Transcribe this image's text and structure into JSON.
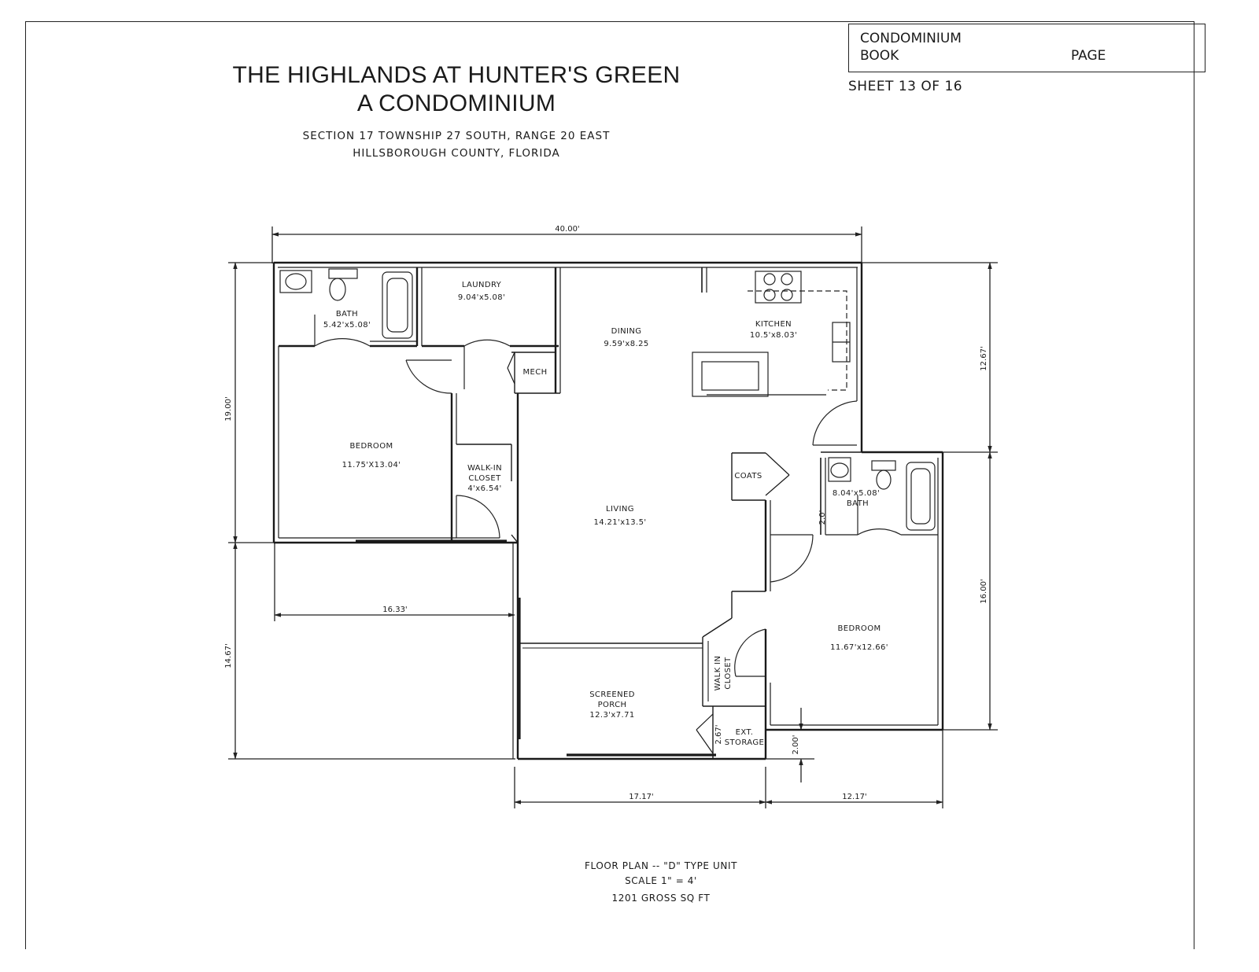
{
  "title_block": {
    "book_line1": "CONDOMINIUM",
    "book_line2": "BOOK",
    "page_label": "PAGE",
    "sheet": "SHEET 13 OF 16"
  },
  "header": {
    "title_line1": "THE HIGHLANDS AT HUNTER'S GREEN",
    "title_line2": "A CONDOMINIUM",
    "location_line1": "SECTION 17 TOWNSHIP 27 SOUTH, RANGE 20 EAST",
    "location_line2": "HILLSBOROUGH COUNTY, FLORIDA"
  },
  "rooms": {
    "bath1": {
      "name": "BATH",
      "size": "5.42'x5.08'"
    },
    "laundry": {
      "name": "LAUNDRY",
      "size": "9.04'x5.08'"
    },
    "dining": {
      "name": "DINING",
      "size": "9.59'x8.25"
    },
    "kitchen": {
      "name": "KITCHEN",
      "size": "10.5'x8.03'"
    },
    "mech": {
      "name": "MECH"
    },
    "bedroom1": {
      "name": "BEDROOM",
      "size": "11.75'X13.04'"
    },
    "walkin1": {
      "name_line1": "WALK-IN",
      "name_line2": "CLOSET",
      "size": "4'x6.54'"
    },
    "coats": {
      "name": "COATS"
    },
    "living": {
      "name": "LIVING",
      "size": "14.21'x13.5'"
    },
    "bath2": {
      "size": "8.04'x5.08'",
      "name": "BATH"
    },
    "bedroom2": {
      "name": "BEDROOM",
      "size": "11.67'x12.66'"
    },
    "walkin2": {
      "name_line1": "WALK IN",
      "name_line2": "CLOSET"
    },
    "porch": {
      "name_line1": "SCREENED",
      "name_line2": "PORCH",
      "size": "12.3'x7.71"
    },
    "storage": {
      "name_line1": "EXT.",
      "name_line2": "STORAGE"
    }
  },
  "dimensions": {
    "top_width": "40.00'",
    "left_upper": "19.00'",
    "left_lower": "14.67'",
    "right_upper": "12.67'",
    "right_lower": "16.00'",
    "patio_width": "16.33'",
    "bottom_left": "17.17'",
    "bottom_right": "12.17'",
    "offset_2ft": "2.00'",
    "bath_offset": "2.0'",
    "storage_depth": "2.67'"
  },
  "caption": {
    "line1": "FLOOR PLAN -- \"D\" TYPE UNIT",
    "line2": "SCALE 1\" = 4'",
    "line3": "1201 GROSS SQ FT"
  }
}
